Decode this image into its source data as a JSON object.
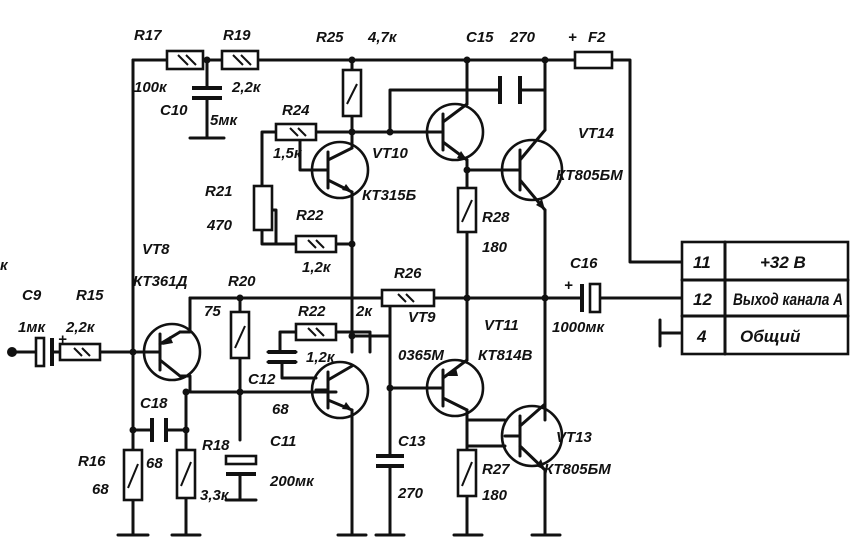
{
  "labels": {
    "r17": "R17",
    "r17_val": "100к",
    "r19": "R19",
    "r19_val": "2,2к",
    "c10": "C10",
    "c10_val": "5мк",
    "r25": "R25",
    "r25_val": "4,7к",
    "c15": "C15",
    "c15_val": "270",
    "f2": "F2",
    "r24": "R24",
    "r24_val": "1,5к",
    "vt10": "VT10",
    "vt10_type": "КТ315Б",
    "vt14": "VT14",
    "vt14_type": "КТ805БМ",
    "r21": "R21",
    "r21_val": "470",
    "r22a": "R22",
    "r22a_val": "1,2к",
    "r28": "R28",
    "r28_val": "180",
    "vt8": "VT8",
    "vt8_type": "КТ361Д",
    "r20": "R20",
    "r20_val": "75",
    "r26": "R26",
    "r26_val": "2к",
    "c16": "C16",
    "c16_val": "1000мк",
    "c9": "C9",
    "c9_val": "1мк",
    "r15": "R15",
    "r15_val": "2,2к",
    "r22b": "R22",
    "r22b_val": "1,2к",
    "vt9": "VT9",
    "vt9_type": "0365М",
    "vt11": "VT11",
    "vt11_type": "КТ814В",
    "c12": "C12",
    "c12_val": "68",
    "c18": "C18",
    "c18_val": "68",
    "r16": "R16",
    "r16_val": "68",
    "r18": "R18",
    "r18_val": "3,3к",
    "c11": "C11",
    "c11_val": "200мк",
    "c13": "C13",
    "c13_val": "270",
    "r27": "R27",
    "r27_val": "180",
    "vt13": "VT13",
    "vt13_type": "КТ805БМ",
    "edge_k": "к"
  },
  "connector": {
    "rows": [
      {
        "pin": "11",
        "label": "+32 В"
      },
      {
        "pin": "12",
        "label": "Выход канала А"
      },
      {
        "pin": "4",
        "label": "Общий"
      }
    ]
  }
}
